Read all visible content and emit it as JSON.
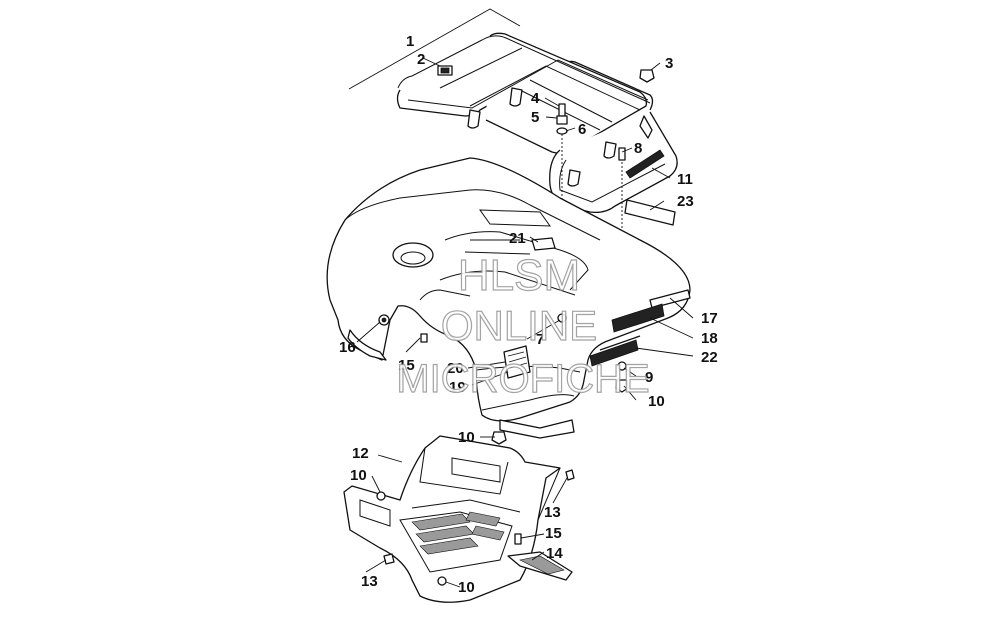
{
  "watermark": {
    "line1": "HLSM",
    "line2": "ONLINE",
    "line3": "MICROFICHE",
    "color": "#9a9a9a"
  },
  "callouts": {
    "c1": "1",
    "c2": "2",
    "c3": "3",
    "c4": "4",
    "c5": "5",
    "c6": "6",
    "c7": "7",
    "c8": "8",
    "c9": "9",
    "c10a": "10",
    "c10b": "10",
    "c10c": "10",
    "c10d": "10",
    "c11": "11",
    "c12": "12",
    "c13a": "13",
    "c13b": "13",
    "c14": "14",
    "c15a": "15",
    "c15b": "15",
    "c16": "16",
    "c17": "17",
    "c18": "18",
    "c19": "19",
    "c20": "20",
    "c21": "21",
    "c22": "22",
    "c23": "23"
  },
  "parts": {
    "rack": "rack-icon",
    "fender": "rear-fender-icon",
    "footwell": "footwell-icon",
    "footrest": "footrest-icon"
  }
}
